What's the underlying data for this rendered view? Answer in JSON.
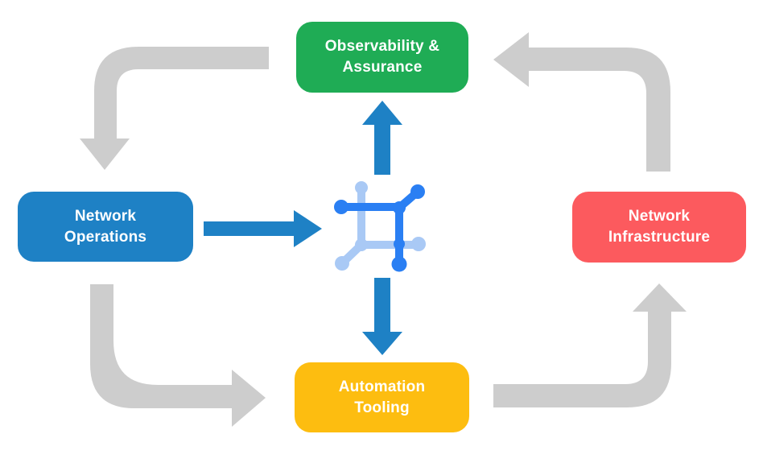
{
  "page": {
    "background": "#FFFFFF"
  },
  "diagram": {
    "label_color": "#FFFFFF",
    "nodes": {
      "observability": {
        "label": "Observability &\nAssurance",
        "color": "#1FAC55"
      },
      "operations": {
        "label": "Network\nOperations",
        "color": "#1E81C5"
      },
      "infrastructure": {
        "label": "Network\nInfrastructure",
        "color": "#FC5A5E"
      },
      "automation": {
        "label": "Automation\nTooling",
        "color": "#FDBD10"
      }
    },
    "center_icon": {
      "name": "network-grid-icon",
      "dark_color": "#2A7FF3",
      "light_color": "#A9C9F5"
    },
    "arrows": {
      "gray_color": "#CDCDCD",
      "blue_color": "#1E81C5"
    }
  }
}
